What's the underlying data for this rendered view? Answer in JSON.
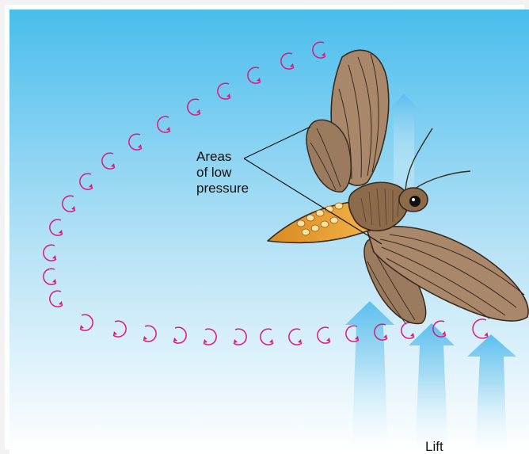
{
  "labels": {
    "low_pressure_line1": "Areas",
    "low_pressure_line2": "of low",
    "low_pressure_line3": "pressure",
    "lift": "Lift"
  },
  "colors": {
    "sky_top": "#49bdec",
    "sky_bottom": "#ffffff",
    "vortex": "#e0197d",
    "lift_arrow": "#6fc6ef",
    "wing": "#a9876b",
    "wing_veins": "#3a2a1c",
    "abdomen": "#e39a34",
    "body": "#8c6a4c"
  },
  "icons": {
    "vortex": "curved-arrow-icon",
    "lift": "up-arrow-icon",
    "subject": "moth-illustration"
  }
}
